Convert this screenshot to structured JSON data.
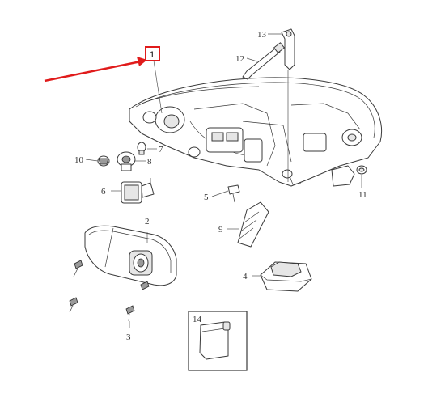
{
  "accent_color": "#e01b1b",
  "callouts": {
    "c1": "1",
    "c2": "2",
    "c3": "3",
    "c4": "4",
    "c5": "5",
    "c6": "6",
    "c7": "7",
    "c8": "8",
    "c9": "9",
    "c10": "10",
    "c11": "11",
    "c12": "12",
    "c13": "13",
    "c14": "14"
  }
}
